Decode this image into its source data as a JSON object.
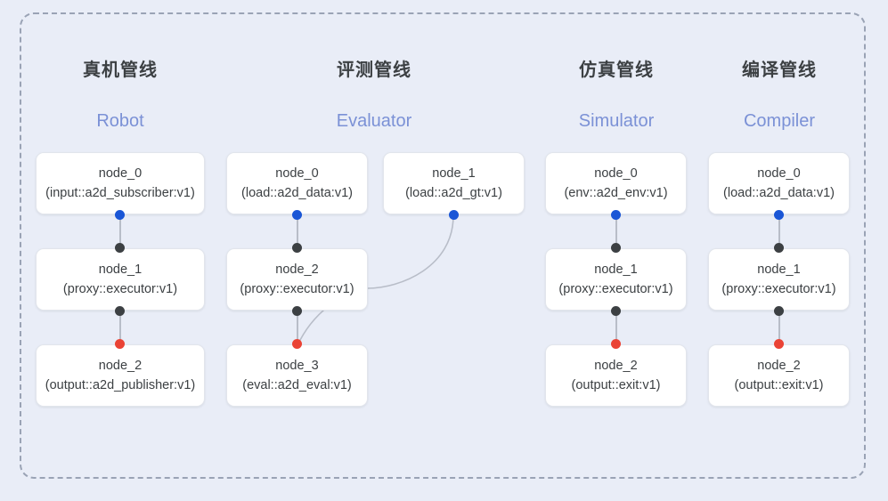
{
  "diagram": {
    "background_color": "#e9edf7",
    "frame_border_color": "#9aa3b5",
    "accent_colors": {
      "subtitle": "#7b91d6",
      "dot_blue": "#1a56d6",
      "dot_dark": "#3c4043",
      "dot_red": "#ea4335",
      "line": "#b8bdc8"
    }
  },
  "columns": [
    {
      "title": "真机管线",
      "subtitle": "Robot",
      "nodes": [
        {
          "name": "node_0",
          "spec": "(input::a2d_subscriber:v1)"
        },
        {
          "name": "node_1",
          "spec": "(proxy::executor:v1)"
        },
        {
          "name": "node_2",
          "spec": "(output::a2d_publisher:v1)"
        }
      ]
    },
    {
      "title": "评测管线",
      "subtitle": "Evaluator",
      "nodes": [
        {
          "name": "node_0",
          "spec": "(load::a2d_data:v1)"
        },
        {
          "name": "node_1",
          "spec": "(load::a2d_gt:v1)"
        },
        {
          "name": "node_2",
          "spec": "(proxy::executor:v1)"
        },
        {
          "name": "node_3",
          "spec": "(eval::a2d_eval:v1)"
        }
      ]
    },
    {
      "title": "仿真管线",
      "subtitle": "Simulator",
      "nodes": [
        {
          "name": "node_0",
          "spec": "(env::a2d_env:v1)"
        },
        {
          "name": "node_1",
          "spec": "(proxy::executor:v1)"
        },
        {
          "name": "node_2",
          "spec": "(output::exit:v1)"
        }
      ]
    },
    {
      "title": "编译管线",
      "subtitle": "Compiler",
      "nodes": [
        {
          "name": "node_0",
          "spec": "(load::a2d_data:v1)"
        },
        {
          "name": "node_1",
          "spec": "(proxy::executor:v1)"
        },
        {
          "name": "node_2",
          "spec": "(output::exit:v1)"
        }
      ]
    }
  ]
}
